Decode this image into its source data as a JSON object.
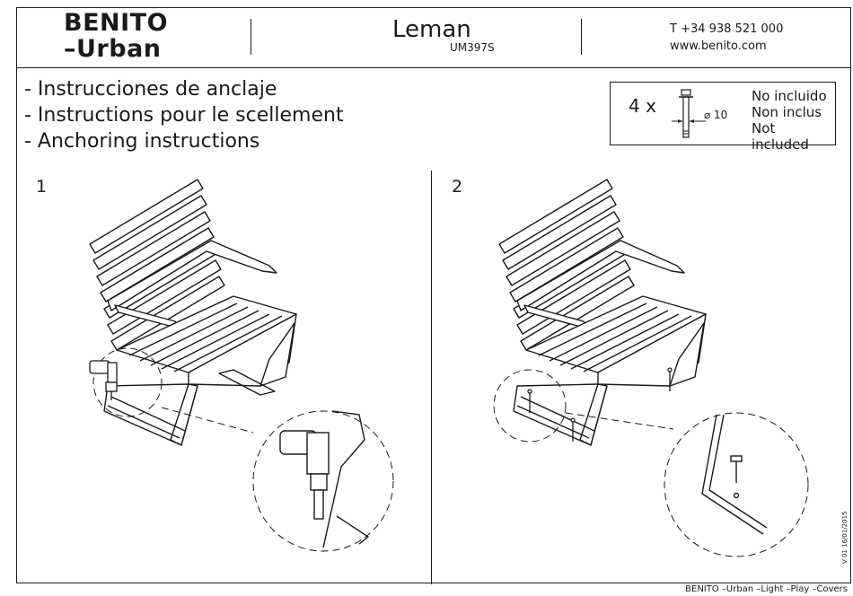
{
  "header": {
    "brand_line1": "BENITO",
    "brand_line2": "–Urban",
    "product_name": "Leman",
    "product_code": "UM397S",
    "phone": "T +34 938 521 000",
    "website": "www.benito.com"
  },
  "titles": [
    "- Instrucciones de anclaje",
    "- Instructions pour le scellement",
    "- Anchoring instructions"
  ],
  "included_box": {
    "quantity": "4 x",
    "diameter": "⌀ 10",
    "lines": [
      "No incluido",
      "Non inclus",
      "Not included"
    ]
  },
  "steps": [
    "1",
    "2"
  ],
  "footer": "BENITO –Urban –Light –Play –Covers",
  "version": "V 01 16/01/2015"
}
